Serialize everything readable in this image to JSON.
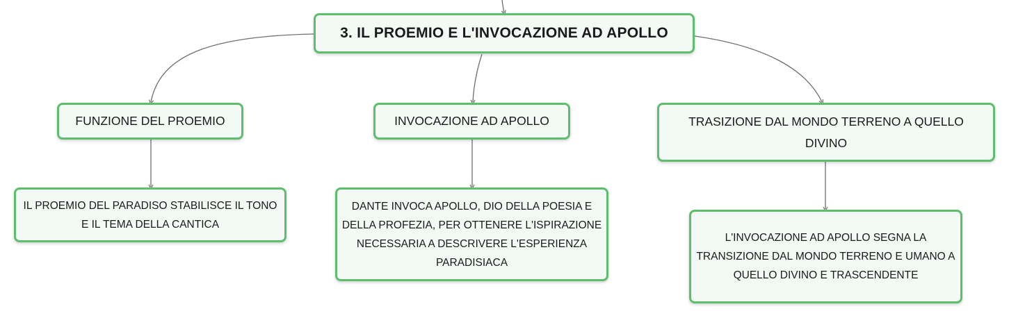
{
  "root": {
    "label": "3. IL PROEMIO E L'INVOCAZIONE AD APOLLO"
  },
  "branches": [
    {
      "title": "FUNZIONE DEL PROEMIO",
      "detail": "IL PROEMIO DEL PARADISO STABILISCE IL TONO E IL TEMA DELLA CANTICA"
    },
    {
      "title": "INVOCAZIONE AD APOLLO",
      "detail": "DANTE INVOCA APOLLO, DIO DELLA POESIA E DELLA PROFEZIA, PER OTTENERE L'ISPIRAZIONE NECESSARIA A DESCRIVERE L'ESPERIENZA PARADISIACA"
    },
    {
      "title": "TRASIZIONE DAL MONDO TERRENO A QUELLO DIVINO",
      "detail": "L'INVOCAZIONE AD APOLLO SEGNA LA TRANSIZIONE DAL MONDO TERRENO E UMANO A QUELLO DIVINO E TRASCENDENTE"
    }
  ],
  "colors": {
    "node_border": "#5fbd6e",
    "node_fill": "#f3faf5",
    "connector": "#6e6e6e"
  }
}
